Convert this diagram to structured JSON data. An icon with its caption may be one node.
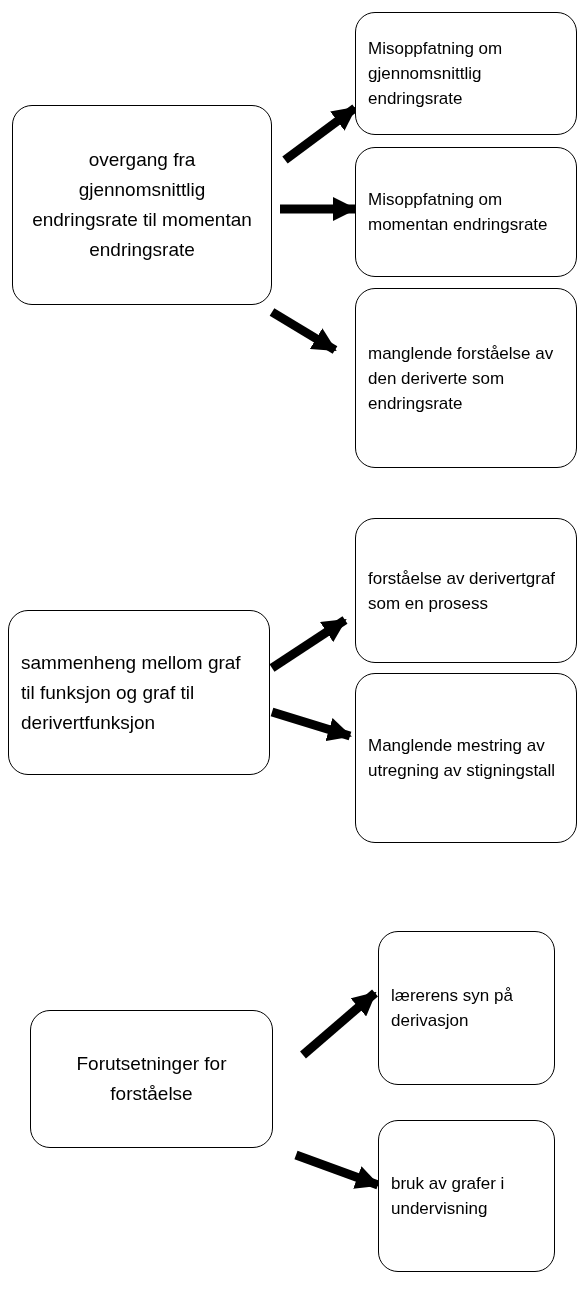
{
  "diagram": {
    "nodes": [
      {
        "text": [
          "overgang fra gjennomsnittlig endringsrate til momentan endringsrate"
        ]
      },
      {
        "text": [
          "Misoppfatning om gjennomsnittlig endringsrate"
        ]
      },
      {
        "text": [
          "Misoppfatning om momentan endringsrate"
        ]
      },
      {
        "text": [
          "manglende forståelse av den deriverte som endringsrate"
        ]
      },
      {
        "text": [
          "sammenheng mellom graf til funksjon og graf til derivertfunksjon"
        ]
      },
      {
        "text": [
          "forståelse av derivertgraf som en prosess"
        ]
      },
      {
        "text": [
          "Manglende mestring av utregning av stigningstall"
        ]
      },
      {
        "text": [
          "Forutsetninger for forståelse"
        ]
      },
      {
        "text": [
          "lærerens syn på derivasjon"
        ]
      },
      {
        "text": [
          "bruk av grafer i undervisning"
        ]
      }
    ],
    "edges": [
      {
        "from": 0,
        "to": 1,
        "arrow": "to"
      },
      {
        "from": 0,
        "to": 2,
        "arrow": "to"
      },
      {
        "from": 0,
        "to": 3,
        "arrow": "to"
      },
      {
        "from": 4,
        "to": 5,
        "arrow": "to"
      },
      {
        "from": 4,
        "to": 6,
        "arrow": "to"
      },
      {
        "from": 7,
        "to": 8,
        "arrow": "to"
      },
      {
        "from": 7,
        "to": 9,
        "arrow": "to"
      }
    ]
  }
}
